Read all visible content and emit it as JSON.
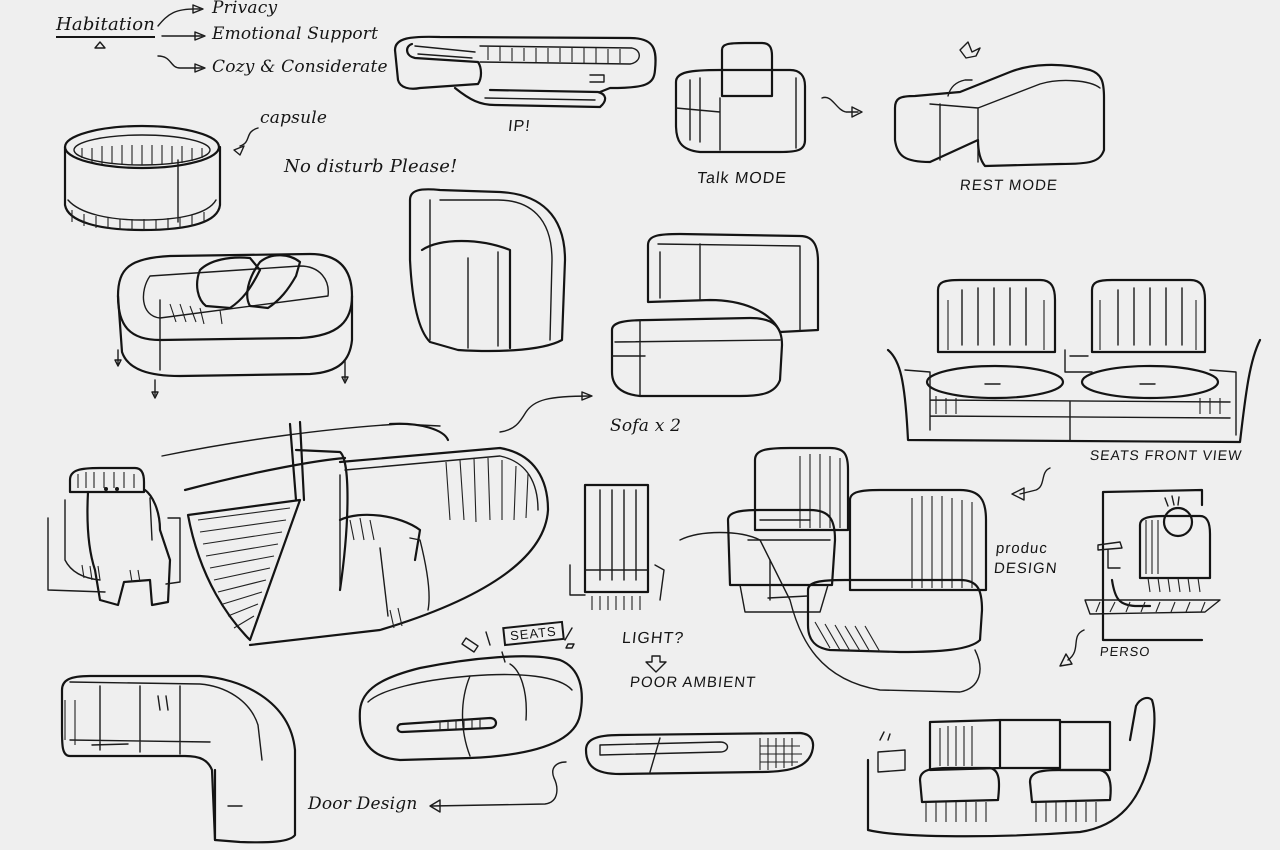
{
  "sheet": {
    "title": "Habitation",
    "branches": [
      "Privacy",
      "Emotional Support",
      "Cozy & Considerate"
    ]
  },
  "labels": {
    "capsule": "capsule",
    "no_disturb": "No disturb Please!",
    "ip": "IP!",
    "talk_mode": "Talk MODE",
    "rest_mode": "REST MODE",
    "sofa_x2": "Sofa x 2",
    "seats_front_view": "SEATS FRONT VIEW",
    "product_design_line1": "produc",
    "product_design_line2": "DESIGN",
    "seats_callout": "SEATS",
    "light": "LIGHT?",
    "poor_ambient": "POOR AMBIENT",
    "perso": "PERSO",
    "door_design": "Door Design"
  },
  "style": {
    "paper_color": "#efefef",
    "ink_color": "#141414"
  }
}
